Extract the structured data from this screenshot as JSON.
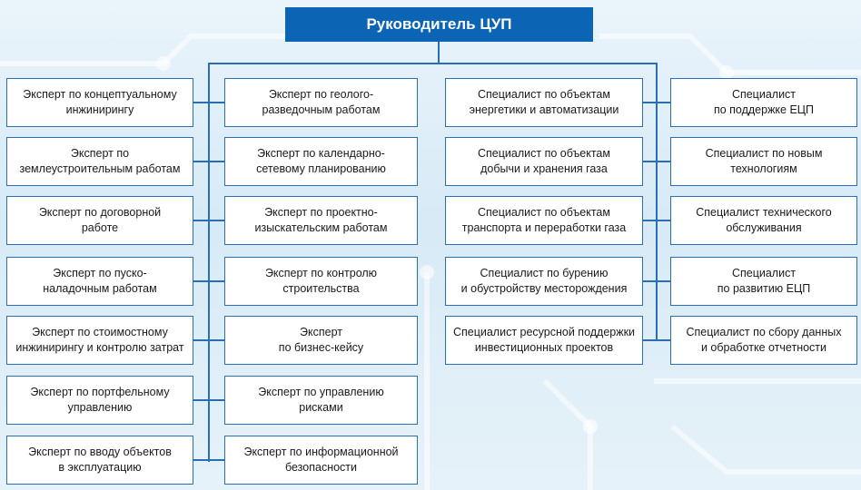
{
  "header": {
    "title": "Руководитель ЦУП"
  },
  "columns": {
    "a": [
      "Эксперт по концептуальному\nинжинирингу",
      "Эксперт по\nземлеустроительным работам",
      "Эксперт по договорной\nработе",
      "Эксперт по пуско-\nналадочным работам",
      "Эксперт по стоимостному\nинжинирингу и контролю затрат",
      "Эксперт по портфельному\nуправлению",
      "Эксперт по вводу объектов\nв эксплуатацию"
    ],
    "b": [
      "Эксперт по геолого-\nразведочным работам",
      "Эксперт по календарно-\nсетевому планированию",
      "Эксперт по проектно-\nизыскательским работам",
      "Эксперт по контролю\nстроительства",
      "Эксперт\nпо бизнес-кейсу",
      "Эксперт по управлению\nрисками",
      "Эксперт по информационной\nбезопасности"
    ],
    "c": [
      "Специалист по объектам\nэнергетики и автоматизации",
      "Специалист по объектам\nдобычи и хранения газа",
      "Специалист по объектам\nтранспорта и переработки газа",
      "Специалист по бурению\nи обустройству месторождения",
      "Специалист ресурсной поддержки\nинвестиционных проектов"
    ],
    "d": [
      "Специалист\nпо поддержке ЕЦП",
      "Специалист по новым\nтехнологиям",
      "Специалист технического\nобслуживания",
      "Специалист\nпо развитию ЕЦП",
      "Специалист по сбору данных\nи обработке отчетности"
    ]
  }
}
